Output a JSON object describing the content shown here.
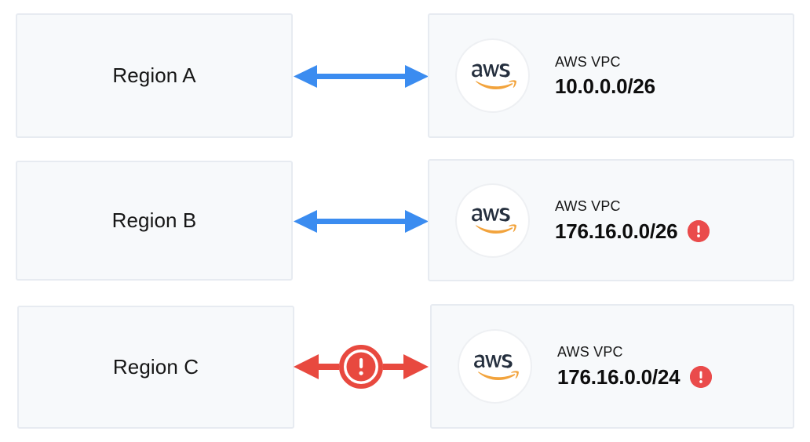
{
  "diagram": {
    "type": "network-connectivity-diagram",
    "colors": {
      "box_fill": "#f7f9fb",
      "box_border": "#e7ebf1",
      "arrow_ok": "#3b8cf0",
      "arrow_error": "#e8493f",
      "error_badge": "#ea4b4b",
      "aws_text": "#252f3e",
      "aws_swoosh": "#f2a33c",
      "label_text": "#161616"
    },
    "rows": [
      {
        "region_label": "Region A",
        "connector": {
          "icon": "double-arrow-icon",
          "state": "connected",
          "color": "#3b8cf0",
          "badge": null
        },
        "vpc": {
          "logo": "aws-logo-icon",
          "logo_text": "aws",
          "title": "AWS VPC",
          "cidr": "10.0.0.0/26",
          "error": false,
          "error_icon": null
        }
      },
      {
        "region_label": "Region B",
        "connector": {
          "icon": "double-arrow-icon",
          "state": "connected",
          "color": "#3b8cf0",
          "badge": null
        },
        "vpc": {
          "logo": "aws-logo-icon",
          "logo_text": "aws",
          "title": "AWS VPC",
          "cidr": "176.16.0.0/26",
          "error": true,
          "error_icon": "error-exclamation-icon"
        }
      },
      {
        "region_label": "Region C",
        "connector": {
          "icon": "double-arrow-blocked-icon",
          "state": "blocked",
          "color": "#e8493f",
          "badge": "error-exclamation-badge"
        },
        "vpc": {
          "logo": "aws-logo-icon",
          "logo_text": "aws",
          "title": "AWS VPC",
          "cidr": "176.16.0.0/24",
          "error": true,
          "error_icon": "error-exclamation-icon"
        }
      }
    ]
  }
}
